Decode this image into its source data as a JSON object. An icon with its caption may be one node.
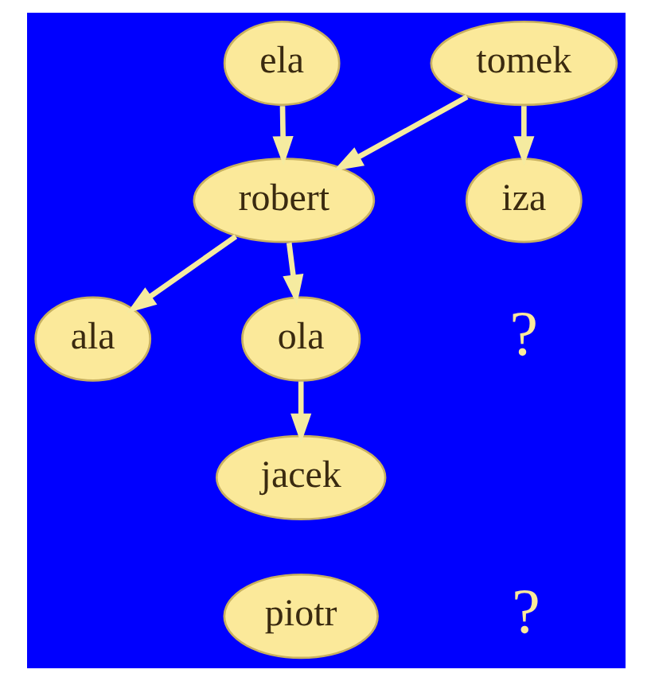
{
  "diagram": {
    "nodes": [
      {
        "text": [
          "ela"
        ]
      },
      {
        "text": [
          "tomek"
        ]
      },
      {
        "text": [
          "robert"
        ]
      },
      {
        "text": [
          "iza"
        ]
      },
      {
        "text": [
          "ala"
        ]
      },
      {
        "text": [
          "ola"
        ]
      },
      {
        "text": [
          "jacek"
        ]
      },
      {
        "text": [
          "piotr"
        ]
      }
    ],
    "edges": [
      {
        "from": 0,
        "to": 2,
        "arrow": "to"
      },
      {
        "from": 1,
        "to": 2,
        "arrow": "to"
      },
      {
        "from": 1,
        "to": 3,
        "arrow": "to"
      },
      {
        "from": 2,
        "to": 4,
        "arrow": "to"
      },
      {
        "from": 2,
        "to": 5,
        "arrow": "to"
      },
      {
        "from": 5,
        "to": 6,
        "arrow": "to"
      }
    ],
    "labels": [
      "?",
      "?"
    ]
  }
}
